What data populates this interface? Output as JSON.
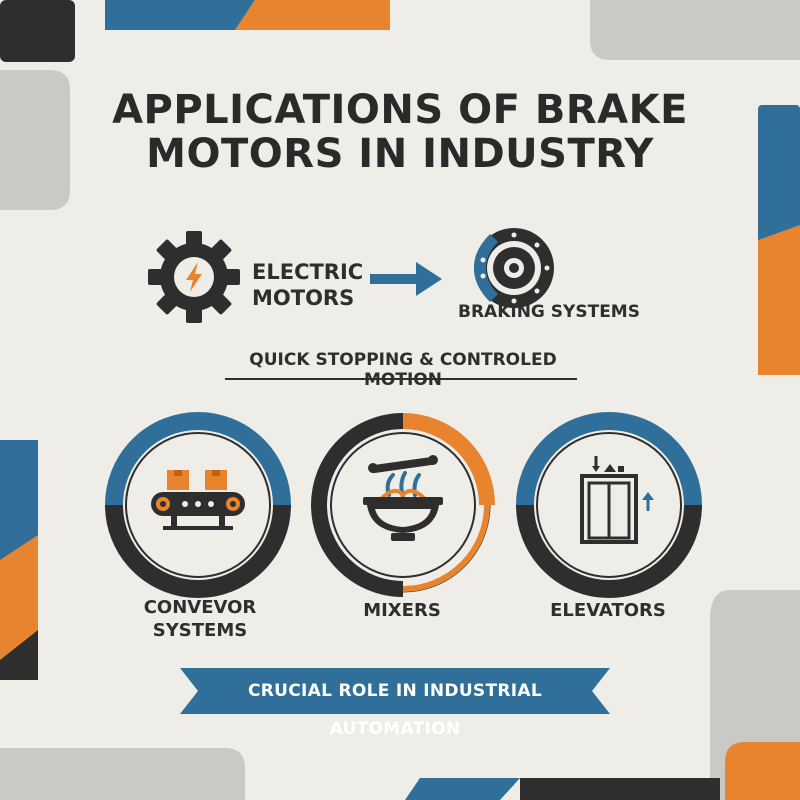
{
  "title": {
    "line1": "APPLICATIONS OF BRAKE",
    "line2": "MOTORS IN INDUSTRY"
  },
  "flow": {
    "source_line1": "ELECTRIC",
    "source_line2": "MOTORS",
    "target": "BRAKING SYSTEMS",
    "source_icon": "gear-lightning-icon",
    "arrow_icon": "arrow-right-icon",
    "target_icon": "brake-disc-icon"
  },
  "subtitle": "QUICK STOPPING & CONTROLED MOTION",
  "applications": [
    {
      "label_line1": "CONVEVOR",
      "label_line2": "SYSTEMS",
      "icon": "conveyor-belt-icon"
    },
    {
      "label_line1": "MIXERS",
      "label_line2": "",
      "icon": "mixer-bowl-icon"
    },
    {
      "label_line1": "ELEVATORS",
      "label_line2": "",
      "icon": "elevator-icon"
    }
  ],
  "banner": "CRUCIAL ROLE IN INDUSTRIAL AUTOMATION",
  "colors": {
    "background": "#efede7",
    "blue": "#2f6f9a",
    "orange": "#e8832e",
    "dark": "#2e2e2e",
    "gray": "#c9c9c6"
  }
}
